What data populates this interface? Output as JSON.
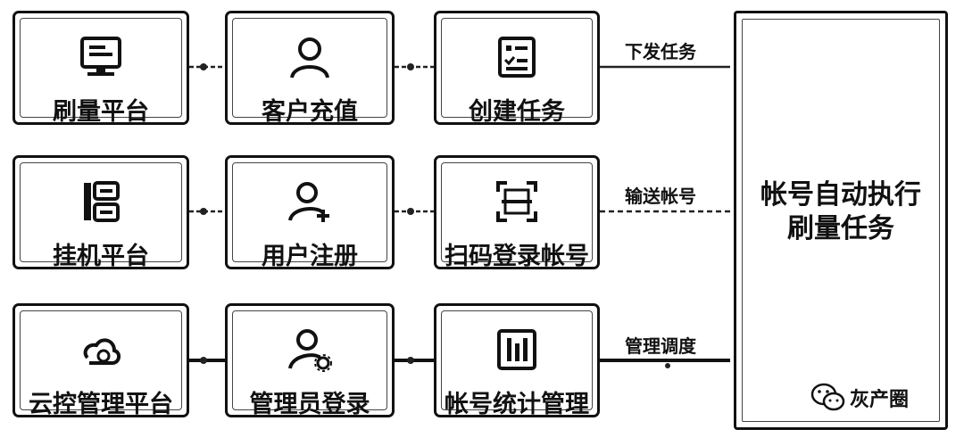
{
  "rows": [
    {
      "nodes": [
        {
          "label": "刷量平台",
          "icon": "monitor-icon"
        },
        {
          "label": "客户充值",
          "icon": "user-icon"
        },
        {
          "label": "创建任务",
          "icon": "task-list-icon"
        }
      ],
      "edge_label": "下发任务"
    },
    {
      "nodes": [
        {
          "label": "挂机平台",
          "icon": "server-icon"
        },
        {
          "label": "用户注册",
          "icon": "user-add-icon"
        },
        {
          "label": "扫码登录帐号",
          "icon": "qr-scan-icon"
        }
      ],
      "edge_label": "输送帐号"
    },
    {
      "nodes": [
        {
          "label": "云控管理平台",
          "icon": "cloud-icon"
        },
        {
          "label": "管理员登录",
          "icon": "admin-user-icon"
        },
        {
          "label": "帐号统计管理",
          "icon": "stats-icon"
        }
      ],
      "edge_label": "管理调度"
    }
  ],
  "target": {
    "line1": "帐号自动执行",
    "line2": "刷量任务"
  },
  "watermark": {
    "text": "灰产圈",
    "icon": "wechat-icon"
  }
}
